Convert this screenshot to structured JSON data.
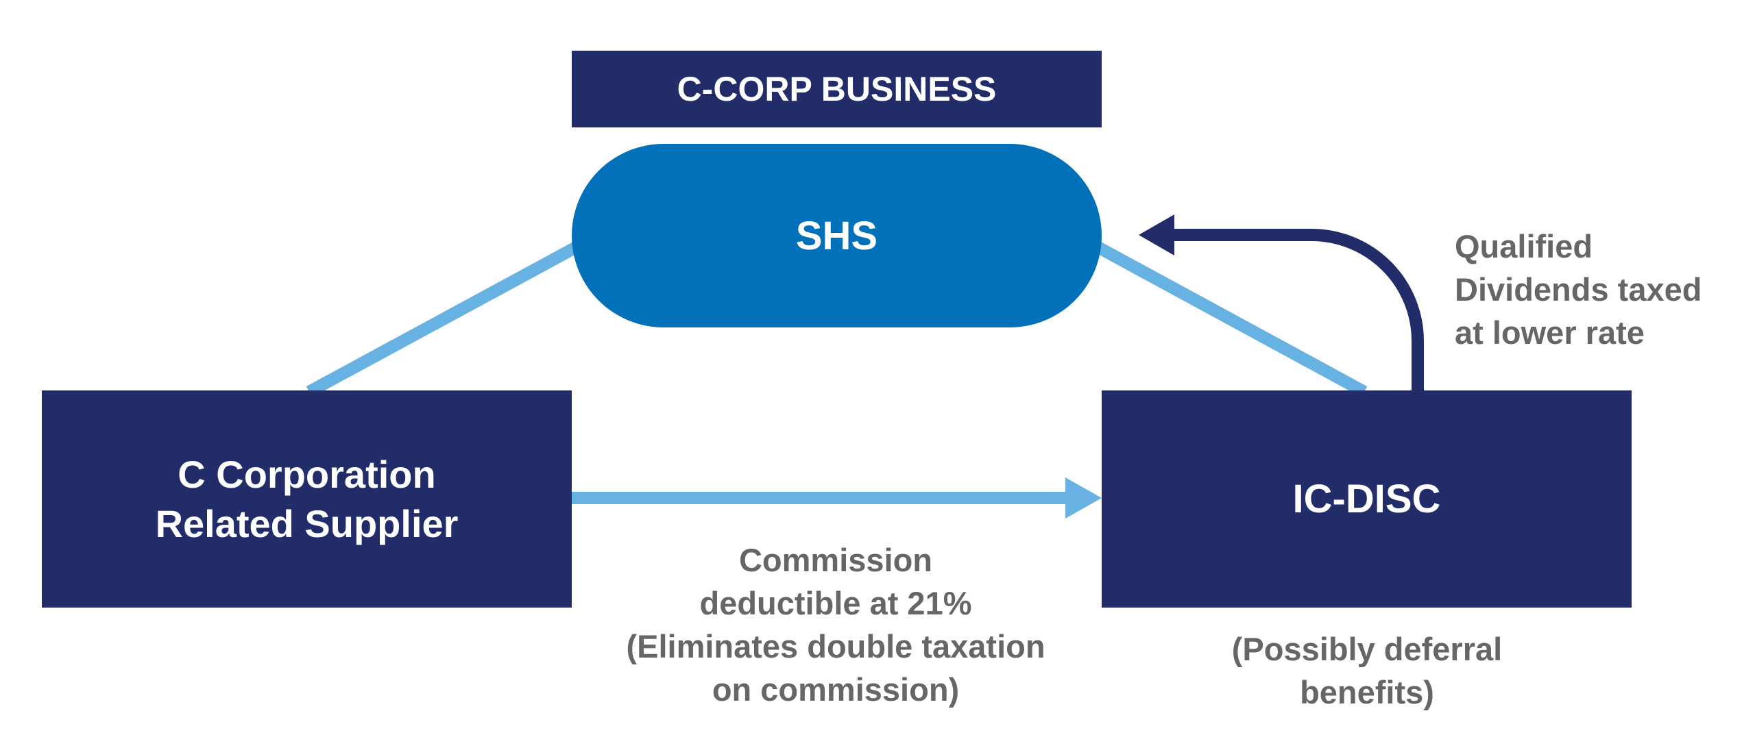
{
  "diagram": {
    "title": "C-CORP BUSINESS",
    "nodes": {
      "shareholders": {
        "label": "SHS"
      },
      "supplier": {
        "lines": [
          "C Corporation",
          "Related Supplier"
        ]
      },
      "ic_disc": {
        "label": "IC-DISC"
      }
    },
    "edges": [
      {
        "from": "supplier",
        "to": "shareholders",
        "type": "ownership-line",
        "color": "#67b1e3"
      },
      {
        "from": "shareholders",
        "to": "ic_disc",
        "type": "ownership-line",
        "color": "#67b1e3"
      },
      {
        "from": "supplier",
        "to": "ic_disc",
        "type": "arrow",
        "color": "#67b1e3",
        "label": "commission"
      },
      {
        "from": "ic_disc",
        "to": "shareholders",
        "type": "curved-arrow",
        "color": "#222c69",
        "label": "dividends"
      }
    ],
    "captions": {
      "commission": [
        "Commission",
        "deductible at 21%",
        "(Eliminates double taxation",
        "on commission)"
      ],
      "dividends": [
        "Qualified",
        "Dividends taxed",
        "at lower rate"
      ],
      "deferral": [
        "(Possibly deferral",
        "benefits)"
      ]
    },
    "colors": {
      "navy": "#222c69",
      "blue": "#0271ba",
      "light_blue": "#67b1e3",
      "caption_gray": "#666666"
    }
  }
}
